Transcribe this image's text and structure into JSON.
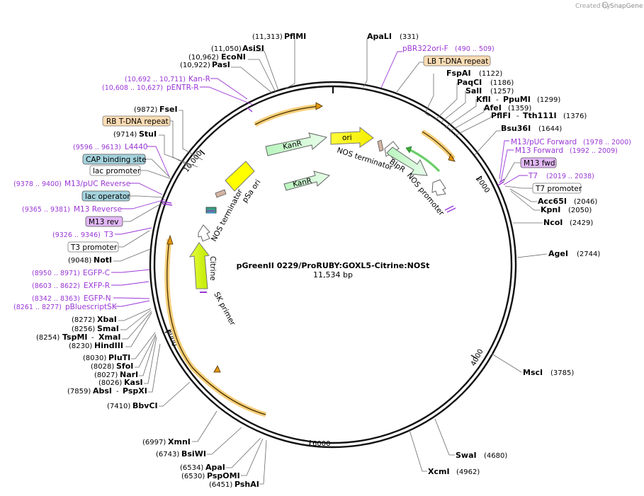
{
  "credit": {
    "created_by": "Created by",
    "brand": "SnapGene"
  },
  "plasmid": {
    "name": "pGreenII 0229/ProRUBY:GOXL5-Citrine:NOSt",
    "length": "11,534 bp"
  },
  "ticks": {
    "t2000": "2000",
    "t4000": "4000",
    "t6000": "6000",
    "t8000": "8000",
    "t10000": "10,000"
  },
  "features": {
    "ori": "ori",
    "nos_term_top": "NOS terminator",
    "bleR": "BlpR",
    "nos_prom": "NOS promoter",
    "kanR1": "KanR",
    "kanR2": "KanR",
    "psa": "pSa ori",
    "nos_term_left": "NOS terminator",
    "citrine": "Citrine",
    "sk": "SK primer"
  },
  "sites": {
    "pflmi": {
      "name": "PflMI",
      "pos": "(11,313)"
    },
    "asisi": {
      "name": "AsiSI",
      "pos": "(11,050)"
    },
    "econi": {
      "name": "EcoNI",
      "pos": "(10,962)"
    },
    "pasi": {
      "name": "PasI",
      "pos": "(10,922)"
    },
    "fsei": {
      "name": "FseI",
      "pos": "(9872)"
    },
    "stui": {
      "name": "StuI",
      "pos": "(9714)"
    },
    "noti": {
      "name": "NotI",
      "pos": "(9048)"
    },
    "xbai": {
      "name": "XbaI",
      "pos": "(8272)"
    },
    "smai": {
      "name": "SmaI",
      "pos": "(8256)"
    },
    "tspmi": {
      "name": "TspMI",
      "sep": "-",
      "alt": "XmaI",
      "pos": "(8254)"
    },
    "hindiii": {
      "name": "HindIII",
      "pos": "(8230)"
    },
    "pluti": {
      "name": "PluTI",
      "pos": "(8030)"
    },
    "sfoi": {
      "name": "SfoI",
      "pos": "(8028)"
    },
    "nari": {
      "name": "NarI",
      "pos": "(8027)"
    },
    "kasi": {
      "name": "KasI",
      "pos": "(8026)"
    },
    "absi": {
      "name": "AbsI",
      "sep": "-",
      "alt": "PspXI",
      "pos": "(7859)"
    },
    "bbvci": {
      "name": "BbvCI",
      "pos": "(7410)"
    },
    "xmni": {
      "name": "XmnI",
      "pos": "(6997)"
    },
    "bsiwi": {
      "name": "BsiWI",
      "pos": "(6743)"
    },
    "apai": {
      "name": "ApaI",
      "pos": "(6534)"
    },
    "pspomi": {
      "name": "PspOMI",
      "pos": "(6530)"
    },
    "pshai": {
      "name": "PshAI",
      "pos": "(6451)"
    },
    "apali": {
      "name": "ApaLI",
      "pos": "(331)"
    },
    "fspai": {
      "name": "FspAI",
      "pos": "(1122)"
    },
    "paqci": {
      "name": "PaqCI",
      "pos": "(1186)"
    },
    "sali": {
      "name": "SalI",
      "pos": "(1257)"
    },
    "kfli": {
      "name": "KflI",
      "sep": "-",
      "alt": "PpuMI",
      "pos": "(1299)"
    },
    "afei": {
      "name": "AfeI",
      "pos": "(1359)"
    },
    "pflfi": {
      "name": "PflFI",
      "sep": "-",
      "alt": "Tth111I",
      "pos": "(1376)"
    },
    "bsu36i": {
      "name": "Bsu36I",
      "pos": "(1644)"
    },
    "acc65i": {
      "name": "Acc65I",
      "pos": "(2046)"
    },
    "kpni": {
      "name": "KpnI",
      "pos": "(2050)"
    },
    "ncoi": {
      "name": "NcoI",
      "pos": "(2429)"
    },
    "agei": {
      "name": "AgeI",
      "pos": "(2744)"
    },
    "msci": {
      "name": "MscI",
      "pos": "(3785)"
    },
    "swai": {
      "name": "SwaI",
      "pos": "(4680)"
    },
    "xcmi": {
      "name": "XcmI",
      "pos": "(4962)"
    }
  },
  "primers": {
    "pbr322": {
      "name": "pBR322ori-F",
      "pos": "(490 .. 509)"
    },
    "kanr": {
      "name": "Kan-R",
      "pos": "(10,692 .. 10,711)"
    },
    "pentr": {
      "name": "pENTR-R",
      "pos": "(10,608 .. 10,627)"
    },
    "l4440": {
      "name": "L4440",
      "pos": "(9596 .. 9613)"
    },
    "m13puc_rev": {
      "name": "M13/pUC Reverse",
      "pos": "(9378 .. 9400)"
    },
    "m13rev": {
      "name": "M13 Reverse",
      "pos": "(9365 .. 9381)"
    },
    "t3": {
      "name": "T3",
      "pos": "(9326 .. 9346)"
    },
    "egfpc": {
      "name": "EGFP-C",
      "pos": "(8950 .. 8971)"
    },
    "exfpr": {
      "name": "EXFP-R",
      "pos": "(8603 .. 8622)"
    },
    "egfpn": {
      "name": "EGFP-N",
      "pos": "(8342 .. 8363)"
    },
    "pbluescript": {
      "name": "pBluescriptSK",
      "pos": "(8261 .. 8277)"
    },
    "m13puc_fwd": {
      "name": "M13/pUC Forward",
      "pos": "(1978 .. 2000)"
    },
    "m13fwd": {
      "name": "M13 Forward",
      "pos": "(1992 .. 2009)"
    },
    "t7": {
      "name": "T7",
      "pos": "(2019 .. 2038)"
    }
  },
  "boxes": {
    "lb": "LB T-DNA repeat",
    "rb": "RB T-DNA repeat",
    "cap": "CAP binding site",
    "lacprom": "lac promoter",
    "lacop": "lac operator",
    "m13rev": "M13 rev",
    "t3prom": "T3 promoter",
    "m13fwd": "M13 fwd",
    "t7prom": "T7 promoter"
  }
}
